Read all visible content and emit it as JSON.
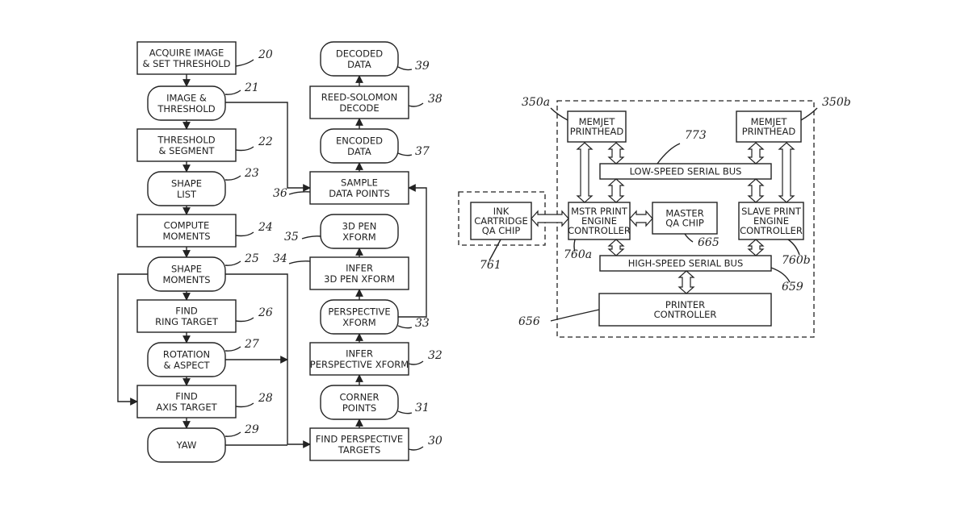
{
  "flowchart": {
    "nodes": [
      {
        "id": "acquire",
        "lines": [
          "ACQUIRE IMAGE",
          "& SET THRESHOLD"
        ],
        "ref": "20"
      },
      {
        "id": "image-threshold",
        "lines": [
          "IMAGE &",
          "THRESHOLD"
        ],
        "ref": "21"
      },
      {
        "id": "threshold-segment",
        "lines": [
          "THRESHOLD",
          "& SEGMENT"
        ],
        "ref": "22"
      },
      {
        "id": "shape-list",
        "lines": [
          "SHAPE",
          "LIST"
        ],
        "ref": "23"
      },
      {
        "id": "compute-moments",
        "lines": [
          "COMPUTE",
          "MOMENTS"
        ],
        "ref": "24"
      },
      {
        "id": "shape-moments",
        "lines": [
          "SHAPE",
          "MOMENTS"
        ],
        "ref": "25"
      },
      {
        "id": "find-ring-target",
        "lines": [
          "FIND",
          "RING TARGET"
        ],
        "ref": "26"
      },
      {
        "id": "rotation-aspect",
        "lines": [
          "ROTATION",
          "& ASPECT"
        ],
        "ref": "27"
      },
      {
        "id": "find-axis-target",
        "lines": [
          "FIND",
          "AXIS TARGET"
        ],
        "ref": "28"
      },
      {
        "id": "yaw",
        "lines": [
          "YAW"
        ],
        "ref": "29"
      },
      {
        "id": "find-perspective-targets",
        "lines": [
          "FIND PERSPECTIVE",
          "TARGETS"
        ],
        "ref": "30"
      },
      {
        "id": "corner-points",
        "lines": [
          "CORNER",
          "POINTS"
        ],
        "ref": "31"
      },
      {
        "id": "infer-perspective-xform",
        "lines": [
          "INFER",
          "PERSPECTIVE XFORM"
        ],
        "ref": "32"
      },
      {
        "id": "perspective-xform",
        "lines": [
          "PERSPECTIVE",
          "XFORM"
        ],
        "ref": "33"
      },
      {
        "id": "infer-3d-pen-xform",
        "lines": [
          "INFER",
          "3D PEN XFORM"
        ],
        "ref": "34"
      },
      {
        "id": "3d-pen-xform",
        "lines": [
          "3D PEN",
          "XFORM"
        ],
        "ref": "35"
      },
      {
        "id": "sample-data-points",
        "lines": [
          "SAMPLE",
          "DATA POINTS"
        ],
        "ref": "36"
      },
      {
        "id": "encoded-data",
        "lines": [
          "ENCODED",
          "DATA"
        ],
        "ref": "37"
      },
      {
        "id": "reed-solomon-decode",
        "lines": [
          "REED-SOLOMON",
          "DECODE"
        ],
        "ref": "38"
      },
      {
        "id": "decoded-data",
        "lines": [
          "DECODED",
          "DATA"
        ],
        "ref": "39"
      }
    ]
  },
  "block_diagram": {
    "blocks": [
      {
        "id": "memjet-printhead-a",
        "lines": [
          "MEMJET",
          "PRINTHEAD"
        ],
        "ref": "350a"
      },
      {
        "id": "memjet-printhead-b",
        "lines": [
          "MEMJET",
          "PRINTHEAD"
        ],
        "ref": "350b"
      },
      {
        "id": "low-speed-serial-bus",
        "lines": [
          "LOW-SPEED SERIAL BUS"
        ],
        "ref": "773"
      },
      {
        "id": "ink-cartridge-qa-chip",
        "lines": [
          "INK",
          "CARTRIDGE",
          "QA CHIP"
        ],
        "ref": "761"
      },
      {
        "id": "mstr-print-engine-controller",
        "lines": [
          "MSTR PRINT",
          "ENGINE",
          "CONTROLLER"
        ],
        "ref": "760a"
      },
      {
        "id": "master-qa-chip",
        "lines": [
          "MASTER",
          "QA CHIP"
        ],
        "ref": "665"
      },
      {
        "id": "slave-print-engine-controller",
        "lines": [
          "SLAVE PRINT",
          "ENGINE",
          "CONTROLLER"
        ],
        "ref": "760b"
      },
      {
        "id": "high-speed-serial-bus",
        "lines": [
          "HIGH-SPEED SERIAL BUS"
        ],
        "ref": "659"
      },
      {
        "id": "printer-controller",
        "lines": [
          "PRINTER",
          "CONTROLLER"
        ],
        "ref": "656"
      }
    ]
  }
}
